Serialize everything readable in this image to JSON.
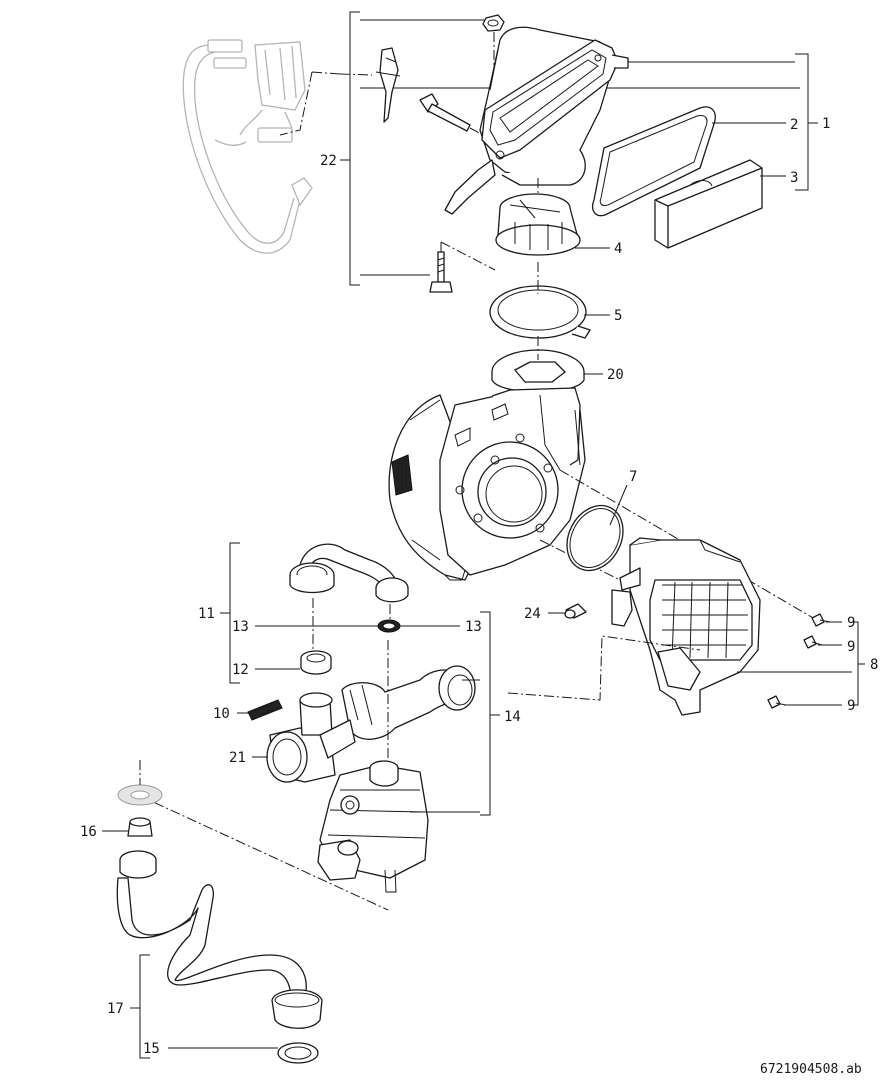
{
  "callouts": {
    "c1": "1",
    "c2": "2",
    "c3": "3",
    "c4": "4",
    "c5": "5",
    "c7": "7",
    "c8": "8",
    "c9a": "9",
    "c9b": "9",
    "c9c": "9",
    "c10": "10",
    "c11": "11",
    "c12": "12",
    "c13a": "13",
    "c13b": "13",
    "c14": "14",
    "c15": "15",
    "c16": "16",
    "c17": "17",
    "c20": "20",
    "c21": "21",
    "c22": "22",
    "c24": "24"
  },
  "document_number": "6721904508.ab"
}
